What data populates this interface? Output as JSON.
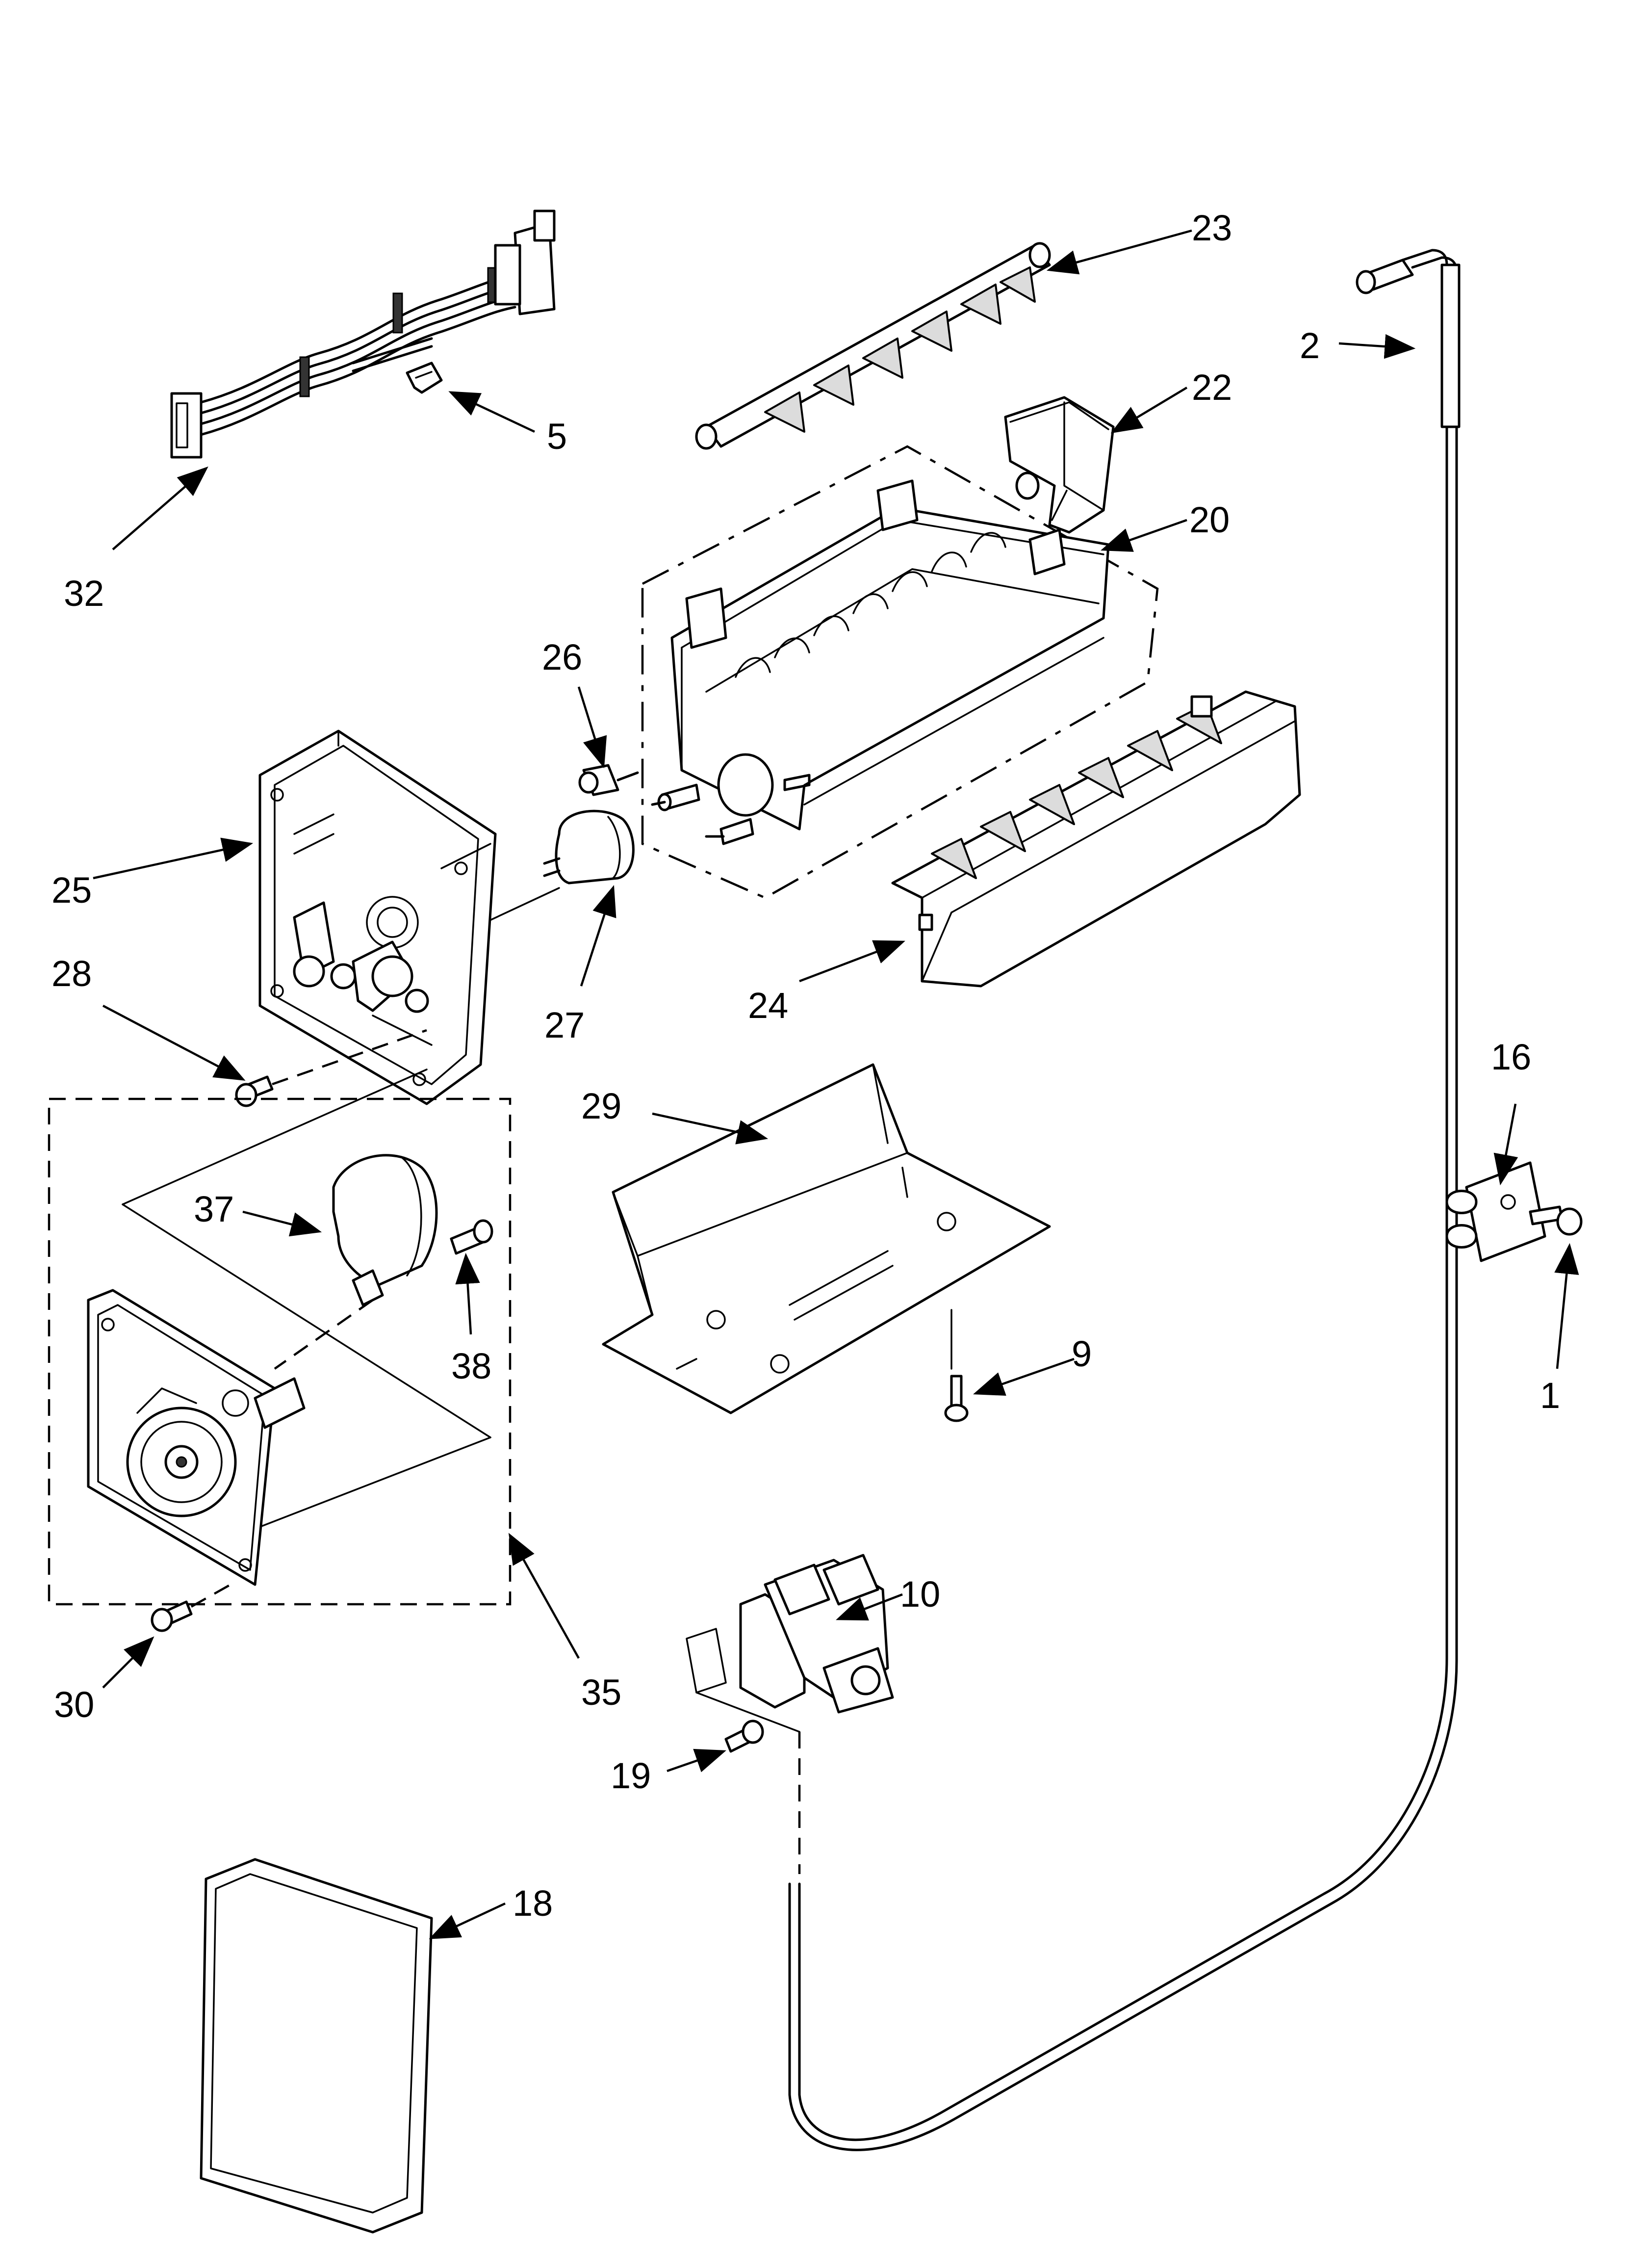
{
  "callouts": {
    "c1": "1",
    "c2": "2",
    "c5": "5",
    "c9": "9",
    "c10": "10",
    "c16": "16",
    "c18": "18",
    "c19": "19",
    "c20": "20",
    "c22": "22",
    "c23": "23",
    "c24": "24",
    "c25": "25",
    "c26": "26",
    "c27": "27",
    "c28": "28",
    "c29": "29",
    "c30": "30",
    "c32": "32",
    "c35": "35",
    "c37": "37",
    "c38": "38"
  }
}
